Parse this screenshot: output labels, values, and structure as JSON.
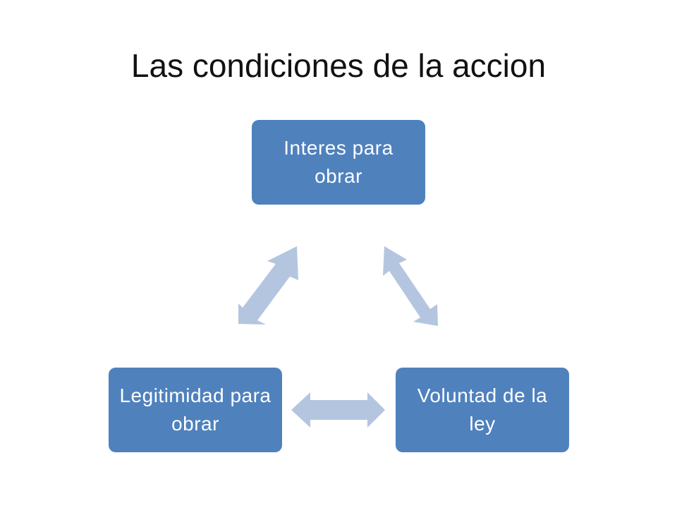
{
  "title": "Las condiciones de la accion",
  "colors": {
    "node_fill": "#4f81bd",
    "connector_fill": "#b4c5e0",
    "title_text": "#111111"
  },
  "nodes": {
    "top": {
      "label": "Interes para obrar"
    },
    "right": {
      "label": "Voluntad de la ley"
    },
    "left": {
      "label": "Legitimidad para obrar"
    }
  },
  "connectors": [
    {
      "from": "top",
      "to": "left",
      "style": "double-arrow"
    },
    {
      "from": "top",
      "to": "right",
      "style": "double-arrow"
    },
    {
      "from": "left",
      "to": "right",
      "style": "double-arrow"
    }
  ]
}
